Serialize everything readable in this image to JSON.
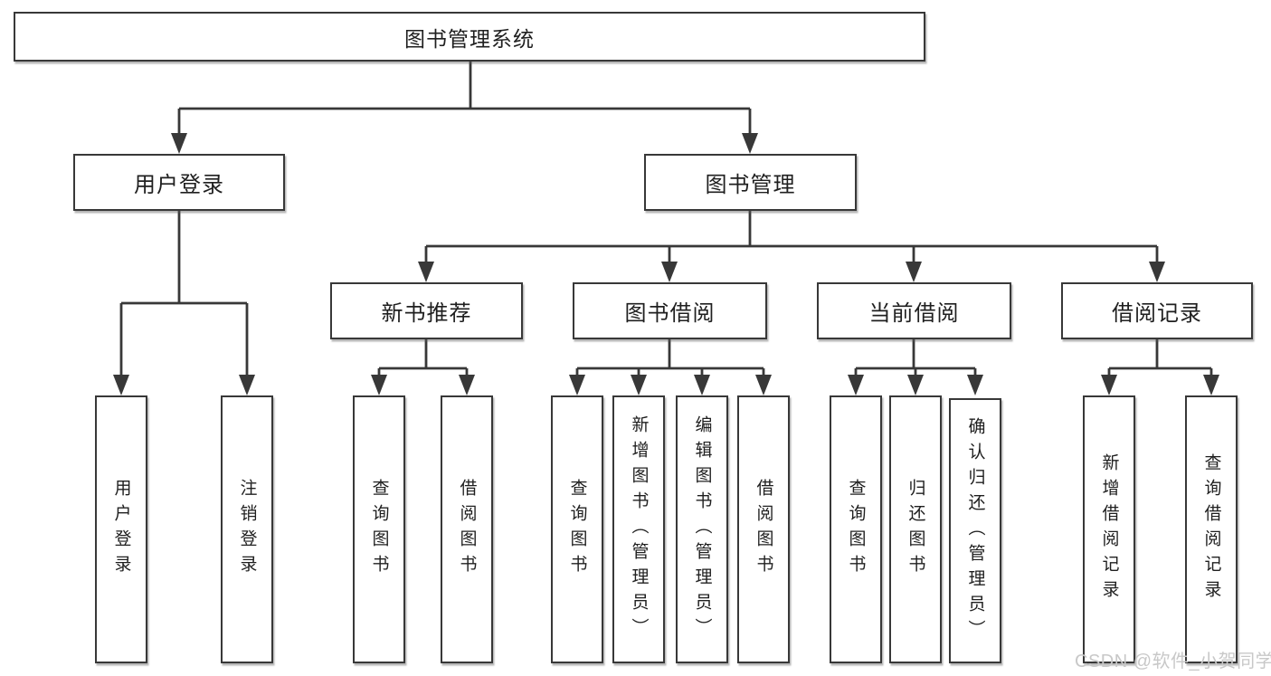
{
  "diagram": {
    "root": "图书管理系统",
    "branches": [
      {
        "label": "用户登录",
        "children": [
          {
            "label": "用户登录"
          },
          {
            "label": "注销登录"
          }
        ]
      },
      {
        "label": "图书管理",
        "children": [
          {
            "label": "新书推荐",
            "children": [
              {
                "label": "查询图书"
              },
              {
                "label": "借阅图书"
              }
            ]
          },
          {
            "label": "图书借阅",
            "children": [
              {
                "label": "查询图书"
              },
              {
                "label": "新增图书（管理员）"
              },
              {
                "label": "编辑图书（管理员）"
              },
              {
                "label": "借阅图书"
              }
            ]
          },
          {
            "label": "当前借阅",
            "children": [
              {
                "label": "查询图书"
              },
              {
                "label": "归还图书"
              },
              {
                "label": "确认归还（管理员）"
              }
            ]
          },
          {
            "label": "借阅记录",
            "children": [
              {
                "label": "新增借阅记录"
              },
              {
                "label": "查询借阅记录"
              }
            ]
          }
        ]
      }
    ],
    "line_color": "#383838"
  },
  "watermark": {
    "text": "CSDN @软件_小贺同学",
    "color": "#c8c8c8"
  }
}
